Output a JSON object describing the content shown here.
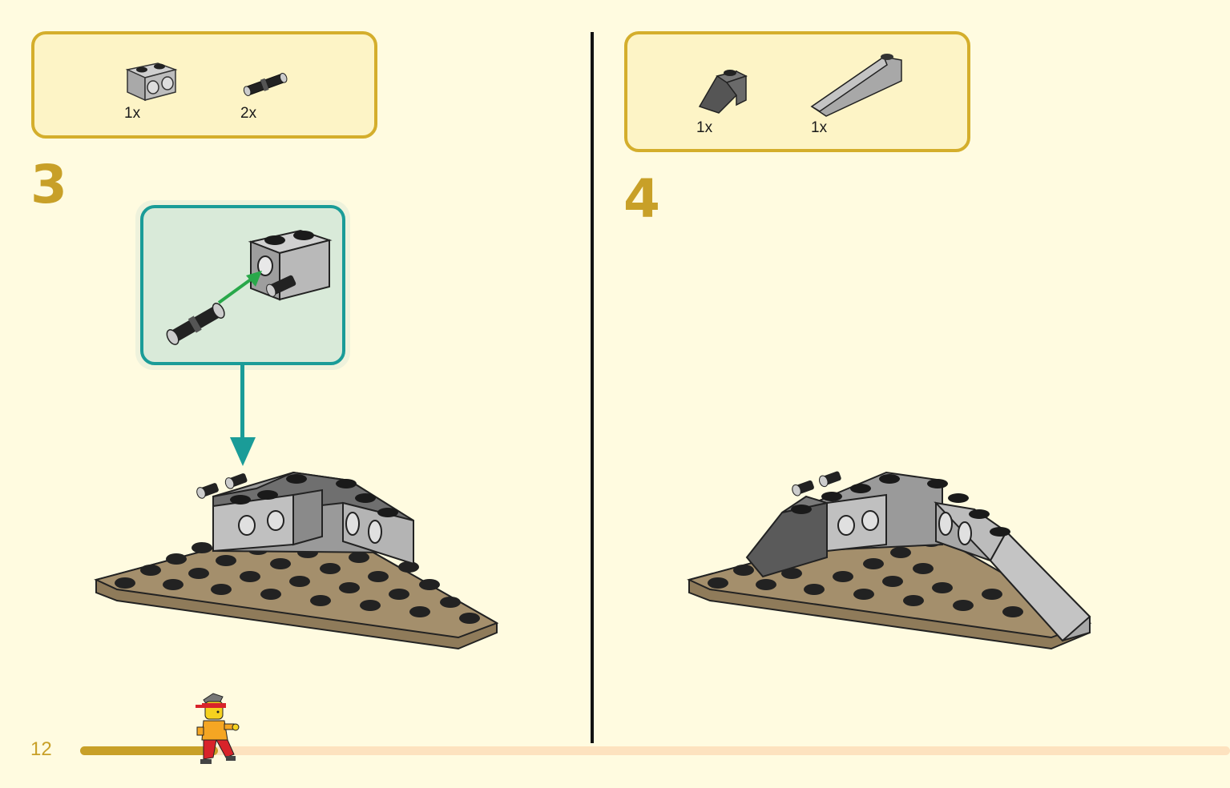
{
  "page_number": "12",
  "progress_fraction": 0.12,
  "colors": {
    "accent": "#c8a028",
    "box_border": "#d4ae2c",
    "box_fill": "#fdf4c6",
    "callout_border": "#1a9c98",
    "callout_fill": "#d9ead9",
    "plate": "#a48f6c",
    "brick_light": "#b5b5b5",
    "brick_dark": "#555555",
    "arrow_green": "#29a84a"
  },
  "steps": [
    {
      "number": "3",
      "parts": [
        {
          "icon": "technic-brick-1x2-icon",
          "quantity": "1x"
        },
        {
          "icon": "technic-pin-icon",
          "quantity": "2x"
        }
      ]
    },
    {
      "number": "4",
      "parts": [
        {
          "icon": "slope-brick-dark-icon",
          "quantity": "1x"
        },
        {
          "icon": "long-slope-brick-light-icon",
          "quantity": "1x"
        }
      ]
    }
  ]
}
